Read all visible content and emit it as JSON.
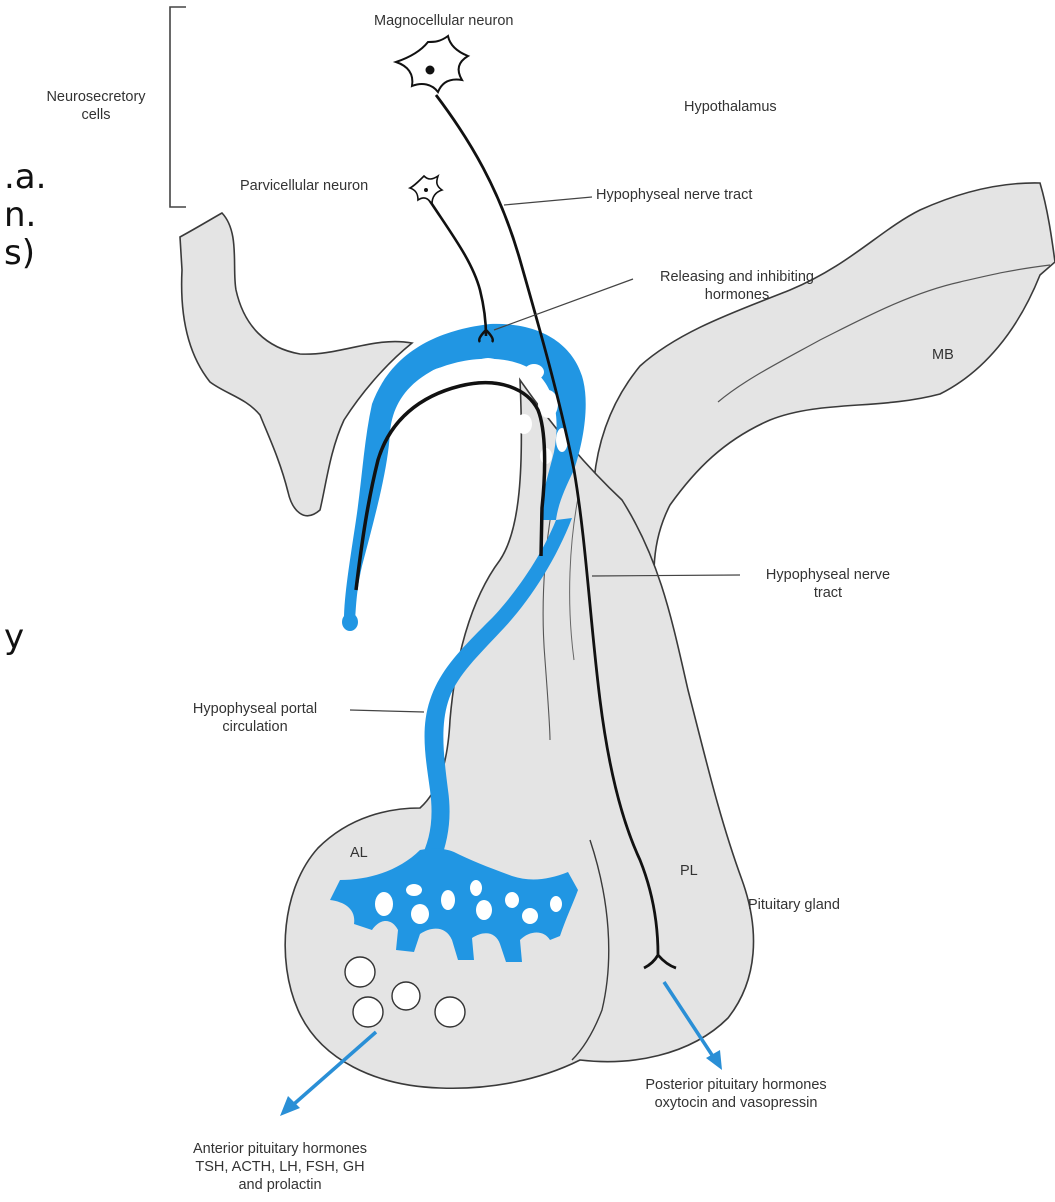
{
  "edge_fragments": {
    "line1": ".a.",
    "line2": "n.",
    "line3": "s)",
    "line4": "y"
  },
  "labels": {
    "neurosecretory_line1": "Neurosecretory",
    "neurosecretory_line2": "cells",
    "magnocellular": "Magnocellular neuron",
    "parvicellular": "Parvicellular neuron",
    "hypothalamus": "Hypothalamus",
    "hypophyseal_tract_top": "Hypophyseal nerve tract",
    "releasing_line1": "Releasing and inhibiting",
    "releasing_line2": "hormones",
    "mb": "MB",
    "hypophyseal_tract_mid_line1": "Hypophyseal nerve",
    "hypophyseal_tract_mid_line2": "tract",
    "portal_line1": "Hypophyseal portal",
    "portal_line2": "circulation",
    "al": "AL",
    "pl": "PL",
    "pituitary_gland": "Pituitary gland",
    "posterior_line1": "Posterior pituitary hormones",
    "posterior_line2": "oxytocin and vasopressin",
    "anterior_line1": "Anterior pituitary hormones",
    "anterior_line2": "TSH, ACTH, LH, FSH, GH",
    "anterior_line3": "and prolactin"
  },
  "colors": {
    "tissue": "#e4e4e4",
    "outline": "#3a3a3a",
    "vessel": "#2196e3",
    "nerve": "#111111",
    "leader": "#444444"
  }
}
